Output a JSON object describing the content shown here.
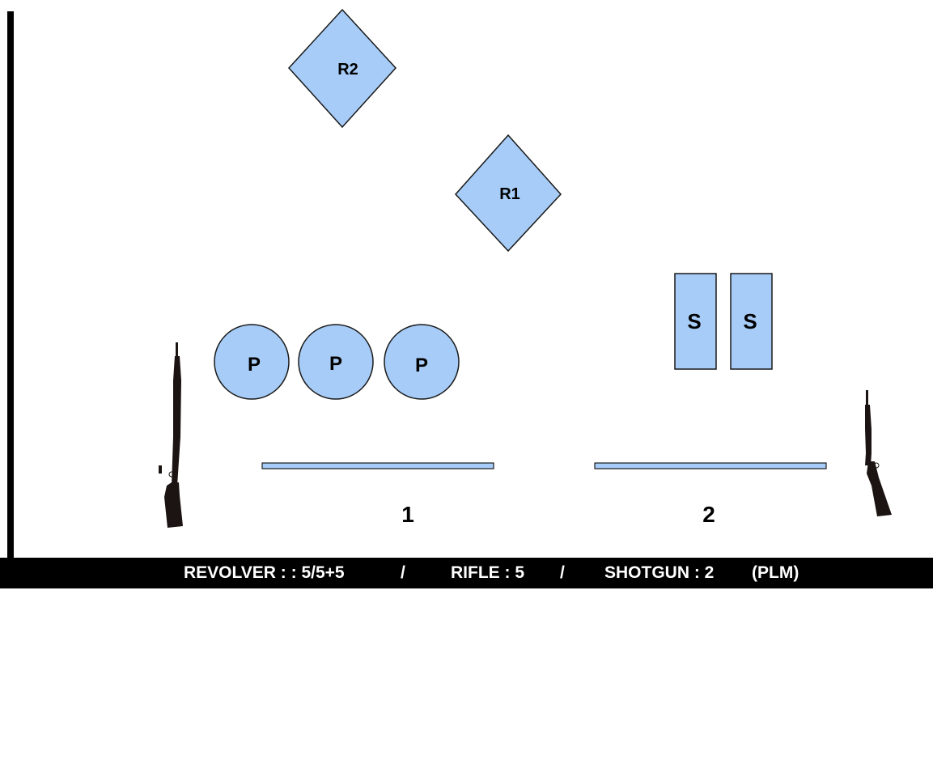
{
  "targets": {
    "rifle": [
      {
        "label": "R2"
      },
      {
        "label": "R1"
      }
    ],
    "pistol": [
      {
        "label": "P"
      },
      {
        "label": "P"
      },
      {
        "label": "P"
      }
    ],
    "shotgun": [
      {
        "label": "S"
      },
      {
        "label": "S"
      }
    ]
  },
  "positions": [
    {
      "label": "1"
    },
    {
      "label": "2"
    }
  ],
  "colors": {
    "target_fill": "#a6ccf7",
    "target_stroke": "#1a1a1a",
    "bar_fill": "#a6ccf7",
    "footer_bg": "#000000",
    "footer_text": "#ffffff",
    "rifle_icon": "#1c1412"
  },
  "icons": [
    "rifle-icon-left",
    "rifle-icon-right"
  ],
  "footer": {
    "text": "REVOLVER : : 5/5+5 / RIFLE : 5 / SHOTGUN : 2 (PLM)",
    "revolver": "REVOLVER : : 5/5+5",
    "sep1": "/",
    "rifle": "RIFLE : 5",
    "sep2": "/",
    "shotgun": "SHOTGUN : 2",
    "suffix": "(PLM)"
  }
}
